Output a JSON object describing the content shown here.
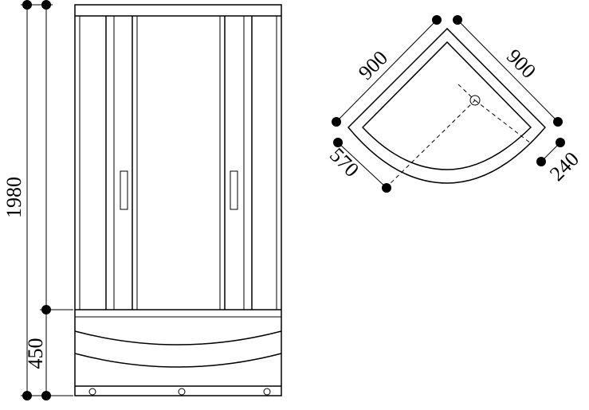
{
  "dimensions": {
    "total_height": "1980",
    "tray_height": "450",
    "side_left": "900",
    "side_right": "900",
    "front_depth": "570",
    "corner_offset": "240"
  },
  "colors": {
    "line": "#000000",
    "background": "#ffffff"
  }
}
